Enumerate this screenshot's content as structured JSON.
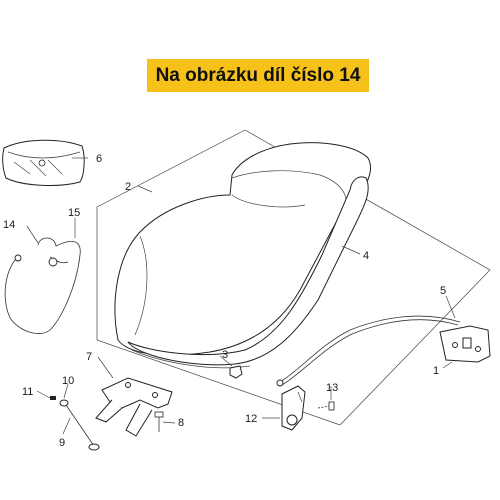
{
  "banner": {
    "text": "Na obrázku díl číslo 14",
    "color": "#f6c21a"
  },
  "callouts": [
    "1",
    "2",
    "3",
    "4",
    "5",
    "6",
    "7",
    "8",
    "9",
    "10",
    "11",
    "12",
    "13",
    "14",
    "15"
  ]
}
